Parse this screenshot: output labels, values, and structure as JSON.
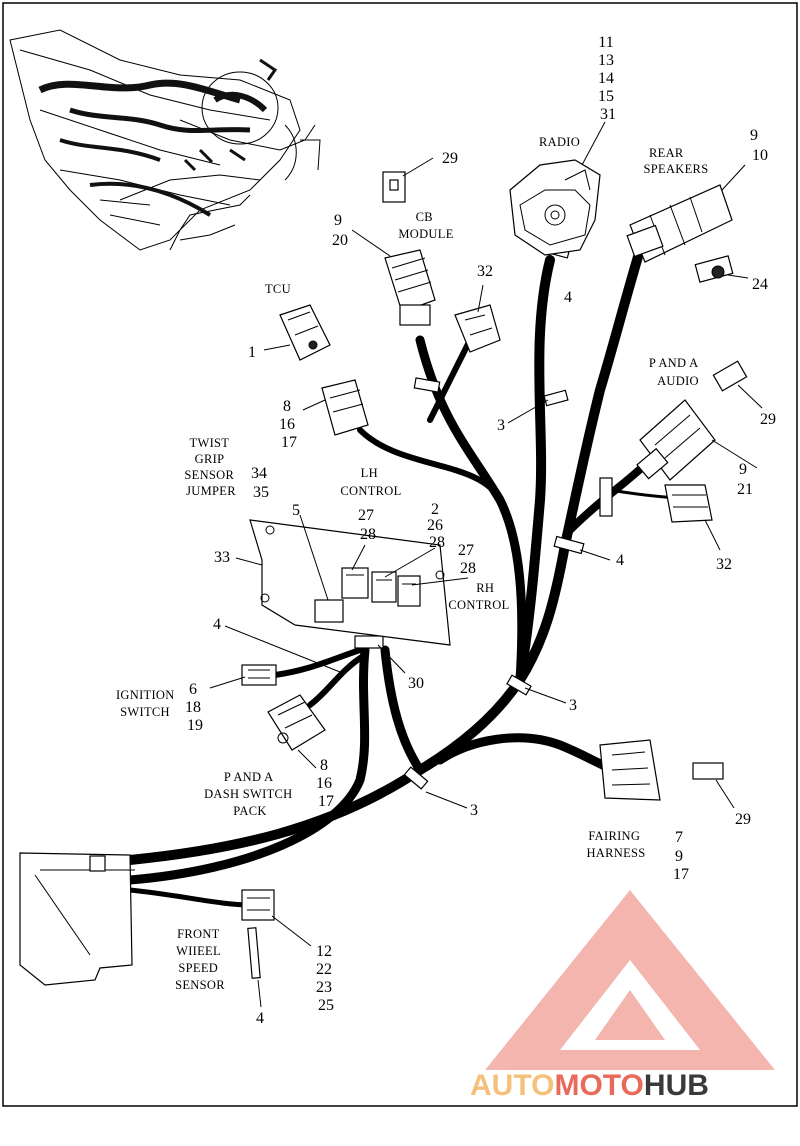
{
  "callouts": {
    "radio_nums": [
      "11",
      "13",
      "14",
      "15",
      "31"
    ],
    "radio": "RADIO",
    "radio_clip": "4",
    "rear_speakers_nums": [
      "9",
      "10"
    ],
    "rear_speakers": [
      "REAR",
      "SPEAKERS"
    ],
    "item24": "24",
    "cb_terminal": "29",
    "cb_nums": [
      "9",
      "20"
    ],
    "cb_module": [
      "CB",
      "MODULE"
    ],
    "cap32_top": "32",
    "tcu": "TCU",
    "tcu_num": "1",
    "pa_audio": [
      "P AND A",
      "AUDIO"
    ],
    "pa_audio_num": "29",
    "conn8_top": [
      "8",
      "16",
      "17"
    ],
    "clip3_upper": "3",
    "twist_grip": [
      "TWIST",
      "GRIP",
      "SENSOR",
      "JUMPER"
    ],
    "twist_grip_nums": [
      "34",
      "35"
    ],
    "lh_control": [
      "LH",
      "CONTROL"
    ],
    "conn9_21": [
      "9",
      "21"
    ],
    "item5": "5",
    "nums_27_28_a": [
      "27",
      "28"
    ],
    "nums_2_26_28": [
      "2",
      "26",
      "28"
    ],
    "nums_27_28_b": [
      "27",
      "28"
    ],
    "rh_control": [
      "RH",
      "CONTROL"
    ],
    "item33": "33",
    "clip4_right": "4",
    "cap32_right": "32",
    "clip4_left": "4",
    "item30": "30",
    "clip3_mid": "3",
    "ignition": [
      "IGNITION",
      "SWITCH"
    ],
    "ignition_nums": [
      "6",
      "18",
      "19"
    ],
    "pa_dash_nums": [
      "8",
      "16",
      "17"
    ],
    "pa_dash": [
      "P AND A",
      "DASH SWITCH",
      "PACK"
    ],
    "clip3_lower": "3",
    "terminal29_lower": "29",
    "fairing": [
      "FAIRING",
      "HARNESS"
    ],
    "fairing_nums": [
      "7",
      "9",
      "17"
    ],
    "front_wheel": [
      "FRONT",
      "WIIEEL",
      "SPEED",
      "SENSOR"
    ],
    "front_wheel_nums": [
      "12",
      "22",
      "23",
      "25"
    ],
    "clip4_bottom": "4"
  },
  "watermark": {
    "part1": "AUTO",
    "part2": "MOTO",
    "part3": "HUB",
    "color_warm": "#f5c07a",
    "color_red": "#e86a5a",
    "color_dark": "#3a3a3a"
  }
}
